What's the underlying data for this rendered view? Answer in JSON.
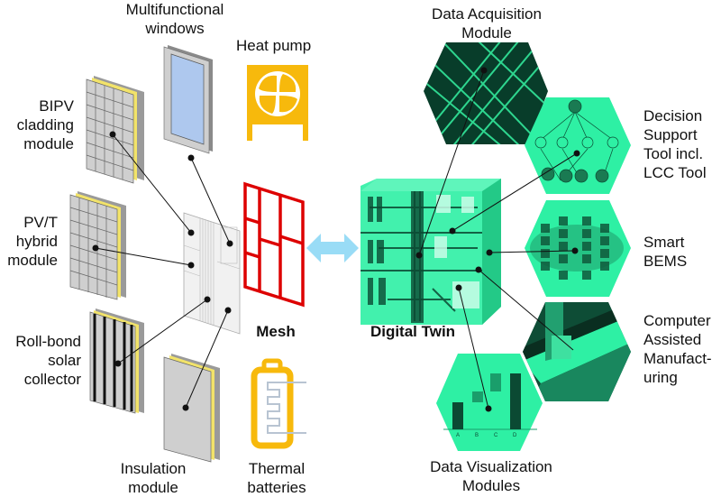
{
  "colors": {
    "accent_green": "#2ef0a4",
    "dark_green": "#0b4a33",
    "mesh_red": "#dd0000",
    "icon_yellow": "#f7b90c",
    "arrow_blue": "#99dcf6",
    "window_glass": "#aec8ee",
    "panel_grey": "#cfcfcf"
  },
  "left_components": [
    {
      "id": "bipv",
      "label_lines": [
        "BIPV",
        "cladding",
        "module"
      ]
    },
    {
      "id": "pvt",
      "label_lines": [
        "PV/T",
        "hybrid",
        "module"
      ]
    },
    {
      "id": "rollbond",
      "label_lines": [
        "Roll-bond",
        "solar",
        "collector"
      ]
    },
    {
      "id": "insulation",
      "label_lines": [
        "Insulation",
        "module"
      ]
    },
    {
      "id": "windows",
      "label_lines": [
        "Multifunctional",
        "windows"
      ]
    }
  ],
  "icons": {
    "heat_pump": {
      "label": "Heat pump",
      "icon": "heat-pump-icon"
    },
    "thermal_batteries": {
      "label_lines": [
        "Thermal",
        "batteries"
      ],
      "icon": "battery-icon"
    }
  },
  "mesh": {
    "label": "Mesh"
  },
  "bidirectional_arrow": {
    "icon": "double-arrow-icon"
  },
  "digital_twin": {
    "label": "Digital Twin"
  },
  "modules": [
    {
      "id": "daq",
      "label_lines": [
        "Data Acquisition",
        "Module"
      ]
    },
    {
      "id": "dst",
      "label_lines": [
        "Decision",
        "Support",
        "Tool incl.",
        "LCC Tool"
      ]
    },
    {
      "id": "bems",
      "label_lines": [
        "Smart",
        "BEMS"
      ]
    },
    {
      "id": "cam",
      "label_lines": [
        "Computer",
        "Assisted",
        "Manufact-",
        "uring"
      ]
    },
    {
      "id": "dataviz",
      "label_lines": [
        "Data Visualization",
        "Modules"
      ]
    }
  ],
  "mini_chart": {
    "categories": [
      "A",
      "B",
      "C",
      "D"
    ]
  }
}
